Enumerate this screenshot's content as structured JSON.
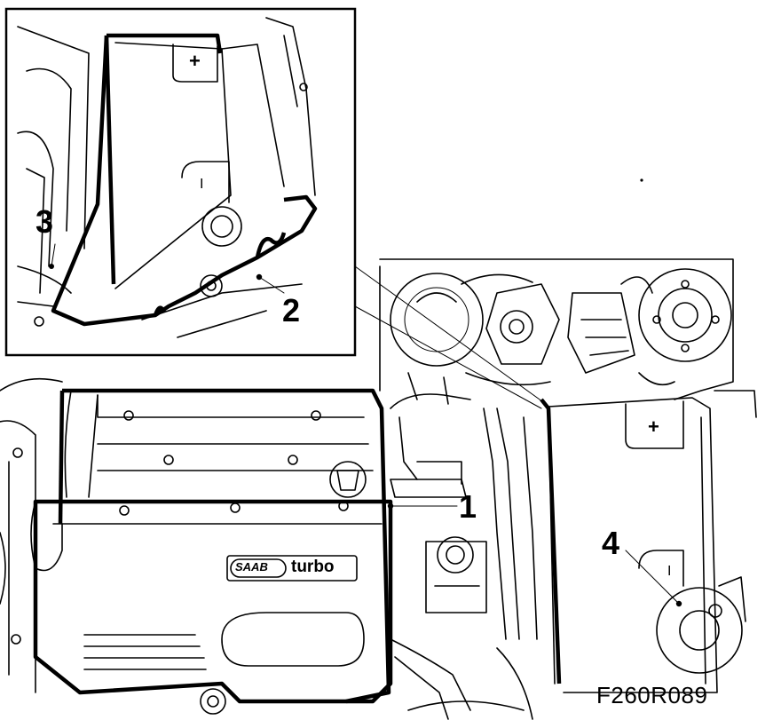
{
  "figure": {
    "code": "F260R089",
    "callouts": [
      {
        "id": "1",
        "text": "1"
      },
      {
        "id": "2",
        "text": "2"
      },
      {
        "id": "3",
        "text": "3"
      },
      {
        "id": "4",
        "text": "4"
      }
    ],
    "battery_symbols": {
      "plus": "+",
      "minus": "I"
    },
    "engine_badge": {
      "brand": "SAAB",
      "model": "turbo"
    }
  }
}
